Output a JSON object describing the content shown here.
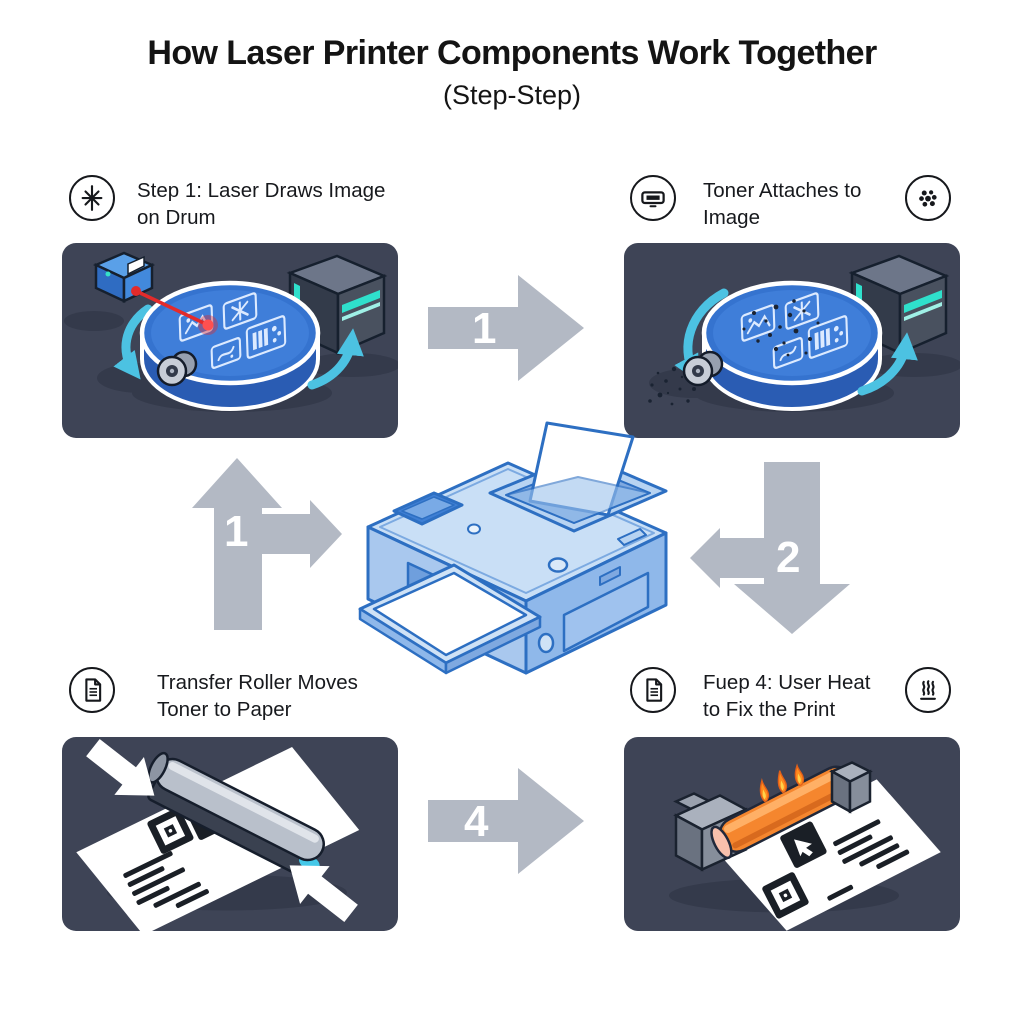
{
  "title": "How Laser Printer Components Work Together",
  "subtitle": "(Step-Step)",
  "steps": {
    "step1": {
      "label": "Step 1: Laser Draws Image on Drum",
      "icon": "laser-burst-icon"
    },
    "step2": {
      "label": "Toner Attaches to Image",
      "icon_left": "toner-cartridge-icon",
      "icon_right": "toner-particles-icon"
    },
    "step3": {
      "label": "Transfer Roller Moves Toner to Paper",
      "icon": "document-icon"
    },
    "step4": {
      "label": "Fuep 4: User Heat to Fix the Print",
      "icon_left": "document-icon",
      "icon_right": "heat-waves-icon"
    }
  },
  "arrows": {
    "top": {
      "number": "1",
      "direction": "right"
    },
    "left": {
      "number": "1",
      "direction": "up-with-right-branch"
    },
    "right": {
      "number": "2",
      "direction": "down-with-left-branch"
    },
    "bottom": {
      "number": "4",
      "direction": "right"
    }
  },
  "colors": {
    "panel_background": "#3e4456",
    "arrow_gray": "#b3b9c4",
    "drum_blue": "#3573cf",
    "teal_accent": "#4cc2e2",
    "laser_red": "#e32b2b",
    "fuser_orange": "#f5862e",
    "printer_blue": "#2d6fc2",
    "flame_orange": "#ff8c1e"
  }
}
